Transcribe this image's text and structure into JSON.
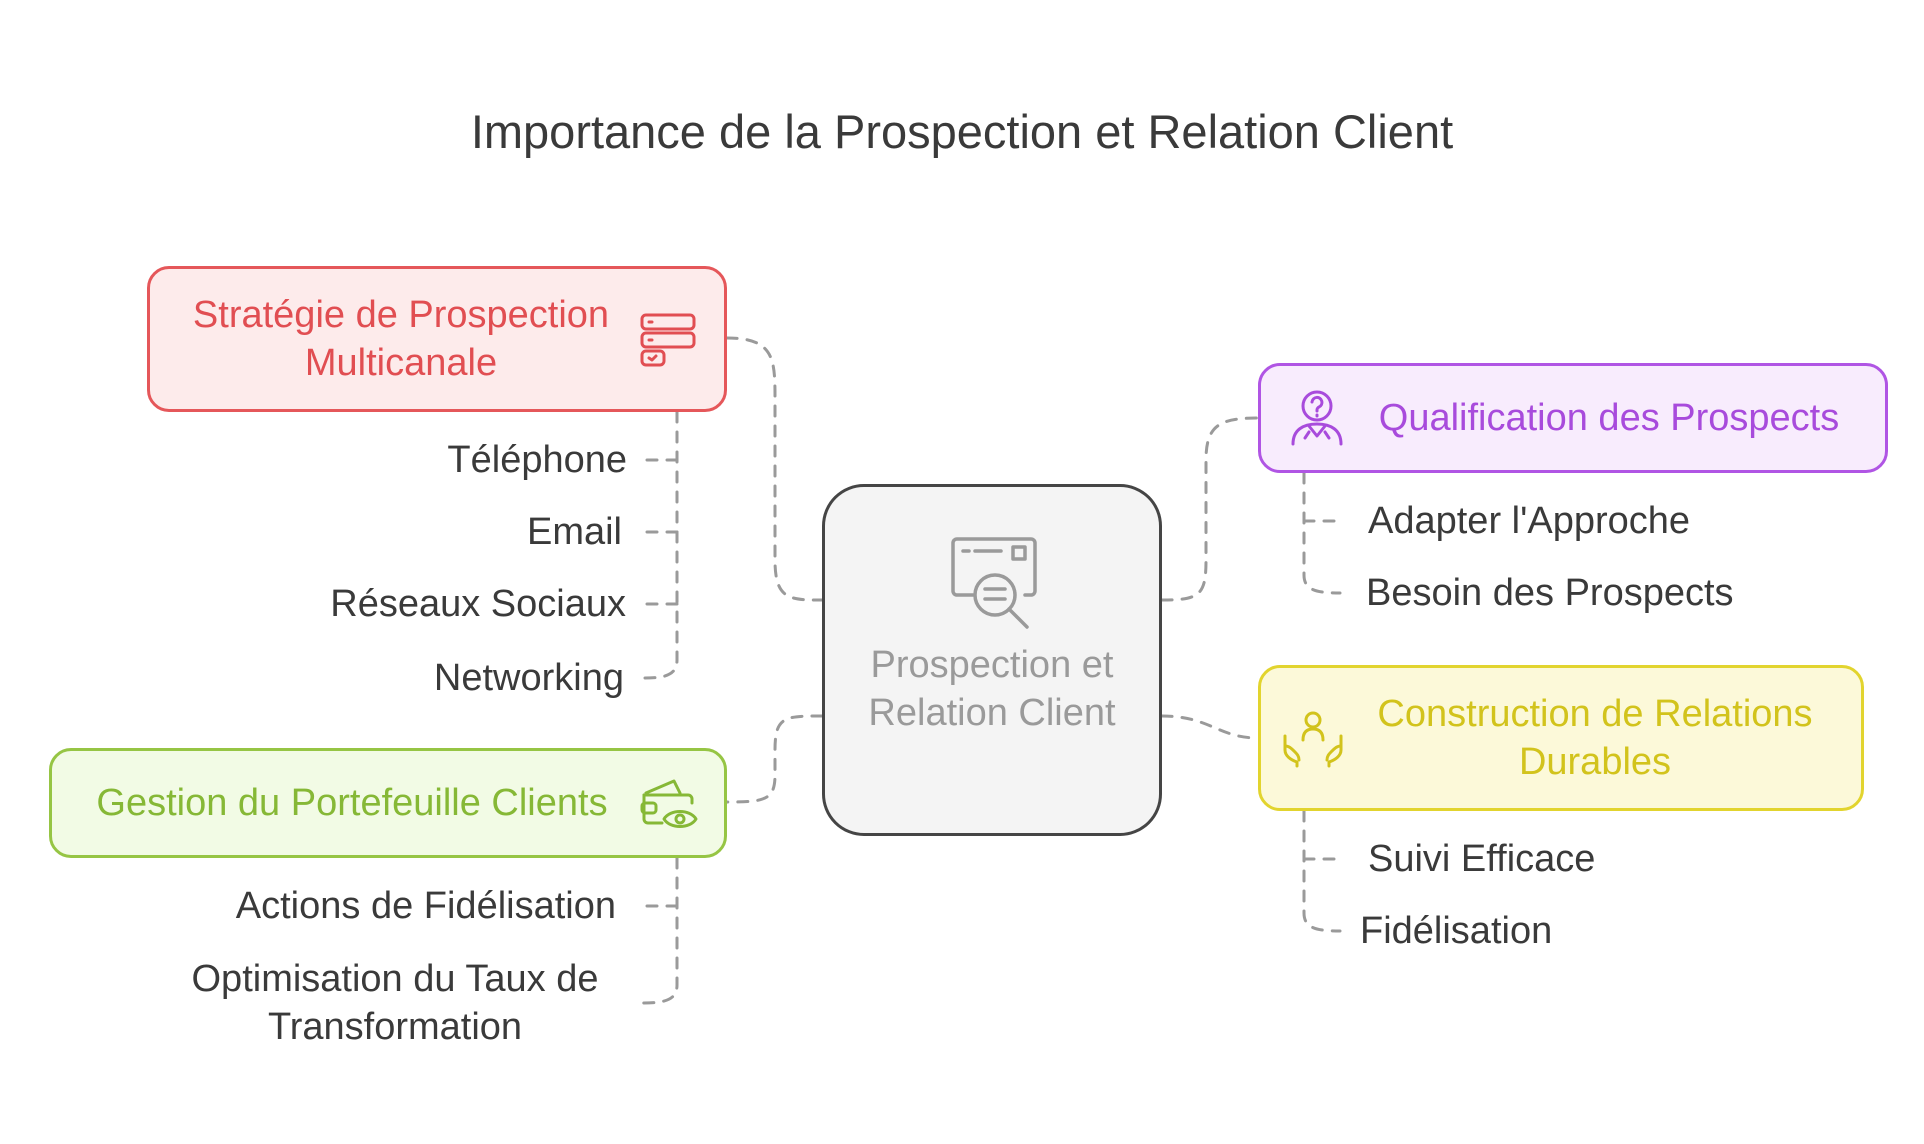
{
  "title": "Importance de la Prospection et Relation Client",
  "center": {
    "label": "Prospection et Relation Client",
    "icon": "document-search-icon",
    "color": "#454545"
  },
  "branches": {
    "strategy": {
      "label": "Stratégie de Prospection Multicanale",
      "icon": "server-stack-icon",
      "color": "#e5575a",
      "children": [
        "Téléphone",
        "Email",
        "Réseaux Sociaux",
        "Networking"
      ]
    },
    "portfolio": {
      "label": "Gestion du Portefeuille Clients",
      "icon": "wallet-eye-icon",
      "color": "#96c544",
      "children": [
        "Actions de Fidélisation",
        "Optimisation du Taux de Transformation"
      ]
    },
    "qualification": {
      "label": "Qualification des Prospects",
      "icon": "person-question-icon",
      "color": "#b055e4",
      "children": [
        "Adapter l'Approche",
        "Besoin des Prospects"
      ]
    },
    "relations": {
      "label": "Construction de Relations Durables",
      "icon": "person-hands-icon",
      "color": "#e2d42e",
      "children": [
        "Suivi Efficace",
        "Fidélisation"
      ]
    }
  },
  "connector_color": "#9a9a9a"
}
